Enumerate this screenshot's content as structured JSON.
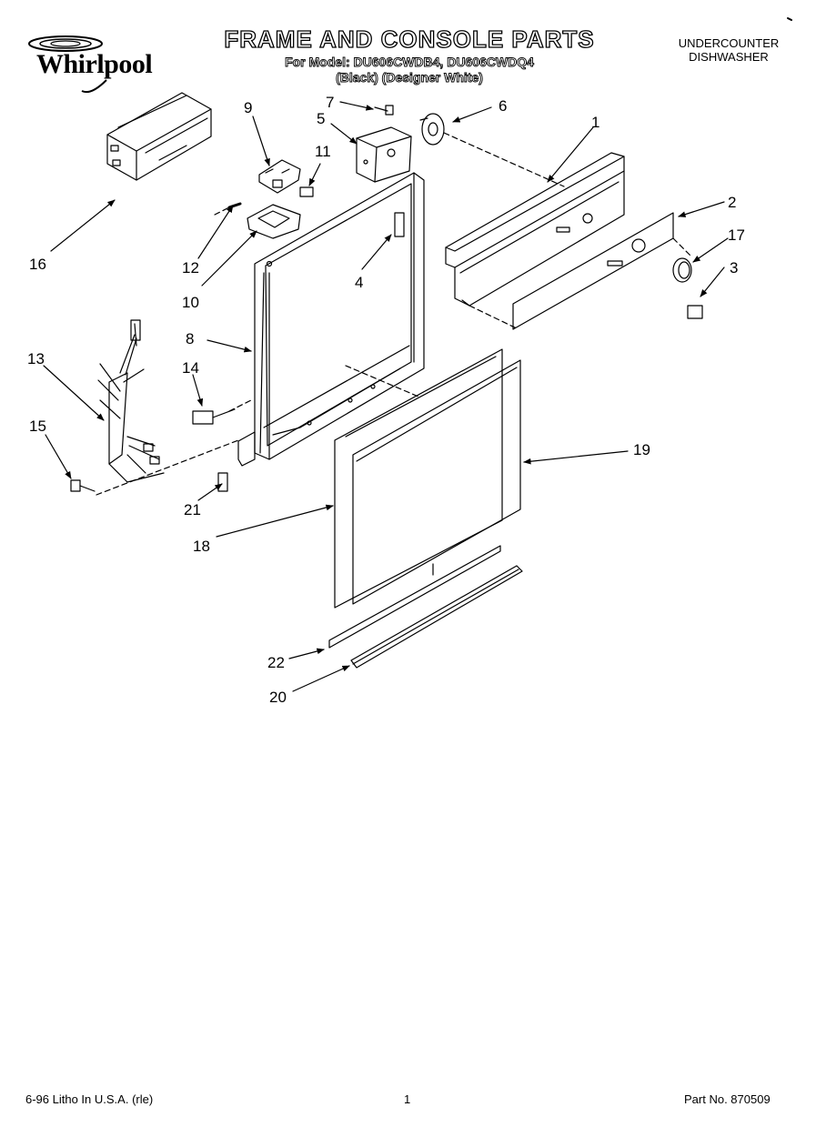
{
  "brand": {
    "name": "Whirlpool"
  },
  "header": {
    "title": "FRAME AND CONSOLE PARTS",
    "model_line": "For Model: DU606CWDB4, DU606CWDQ4",
    "color_line": "(Black)     (Designer White)",
    "category_line1": "UNDERCOUNTER",
    "category_line2": "DISHWASHER"
  },
  "callouts": [
    {
      "id": "c1",
      "label": "1"
    },
    {
      "id": "c2",
      "label": "2"
    },
    {
      "id": "c3",
      "label": "3"
    },
    {
      "id": "c4",
      "label": "4"
    },
    {
      "id": "c5",
      "label": "5"
    },
    {
      "id": "c6",
      "label": "6"
    },
    {
      "id": "c7",
      "label": "7"
    },
    {
      "id": "c8",
      "label": "8"
    },
    {
      "id": "c9",
      "label": "9"
    },
    {
      "id": "c10",
      "label": "10"
    },
    {
      "id": "c11",
      "label": "11"
    },
    {
      "id": "c12",
      "label": "12"
    },
    {
      "id": "c13",
      "label": "13"
    },
    {
      "id": "c14",
      "label": "14"
    },
    {
      "id": "c15",
      "label": "15"
    },
    {
      "id": "c16",
      "label": "16"
    },
    {
      "id": "c17",
      "label": "17"
    },
    {
      "id": "c18",
      "label": "18"
    },
    {
      "id": "c19",
      "label": "19"
    },
    {
      "id": "c20",
      "label": "20"
    },
    {
      "id": "c21",
      "label": "21"
    },
    {
      "id": "c22",
      "label": "22"
    }
  ],
  "footer": {
    "left": "6-96 Litho In U.S.A. (rle)",
    "center": "1",
    "right": "Part No. 870509"
  }
}
